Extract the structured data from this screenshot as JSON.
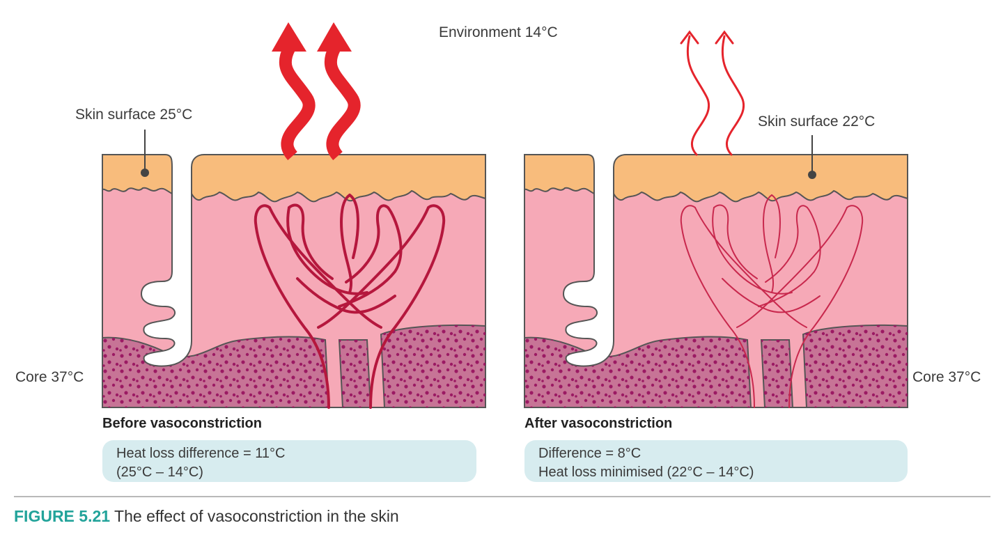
{
  "environment_label": "Environment 14°C",
  "left_panel": {
    "skin_label": "Skin surface 25°C",
    "core_label": "Core 37°C",
    "title": "Before vasoconstriction",
    "info_line1": "Heat loss difference = 11°C",
    "info_line2": "(25°C – 14°C)"
  },
  "right_panel": {
    "skin_label": "Skin surface 22°C",
    "core_label": "Core 37°C",
    "title": "After vasoconstriction",
    "info_line1": "Difference = 8°C",
    "info_line2": "Heat loss minimised (22°C – 14°C)"
  },
  "caption": {
    "figure_number": "FIGURE 5.21",
    "text": "The effect of vasoconstriction in the skin"
  },
  "colors": {
    "epidermis": "#f8bc7c",
    "dermis": "#f6a9b7",
    "fat": "#c77496",
    "fat_dots": "#9b1a63",
    "vessel": "#b5173d",
    "heat_arrow": "#e5242c",
    "outline": "#555555",
    "info_box": "#d7ecef",
    "caption_accent": "#22a39a"
  }
}
